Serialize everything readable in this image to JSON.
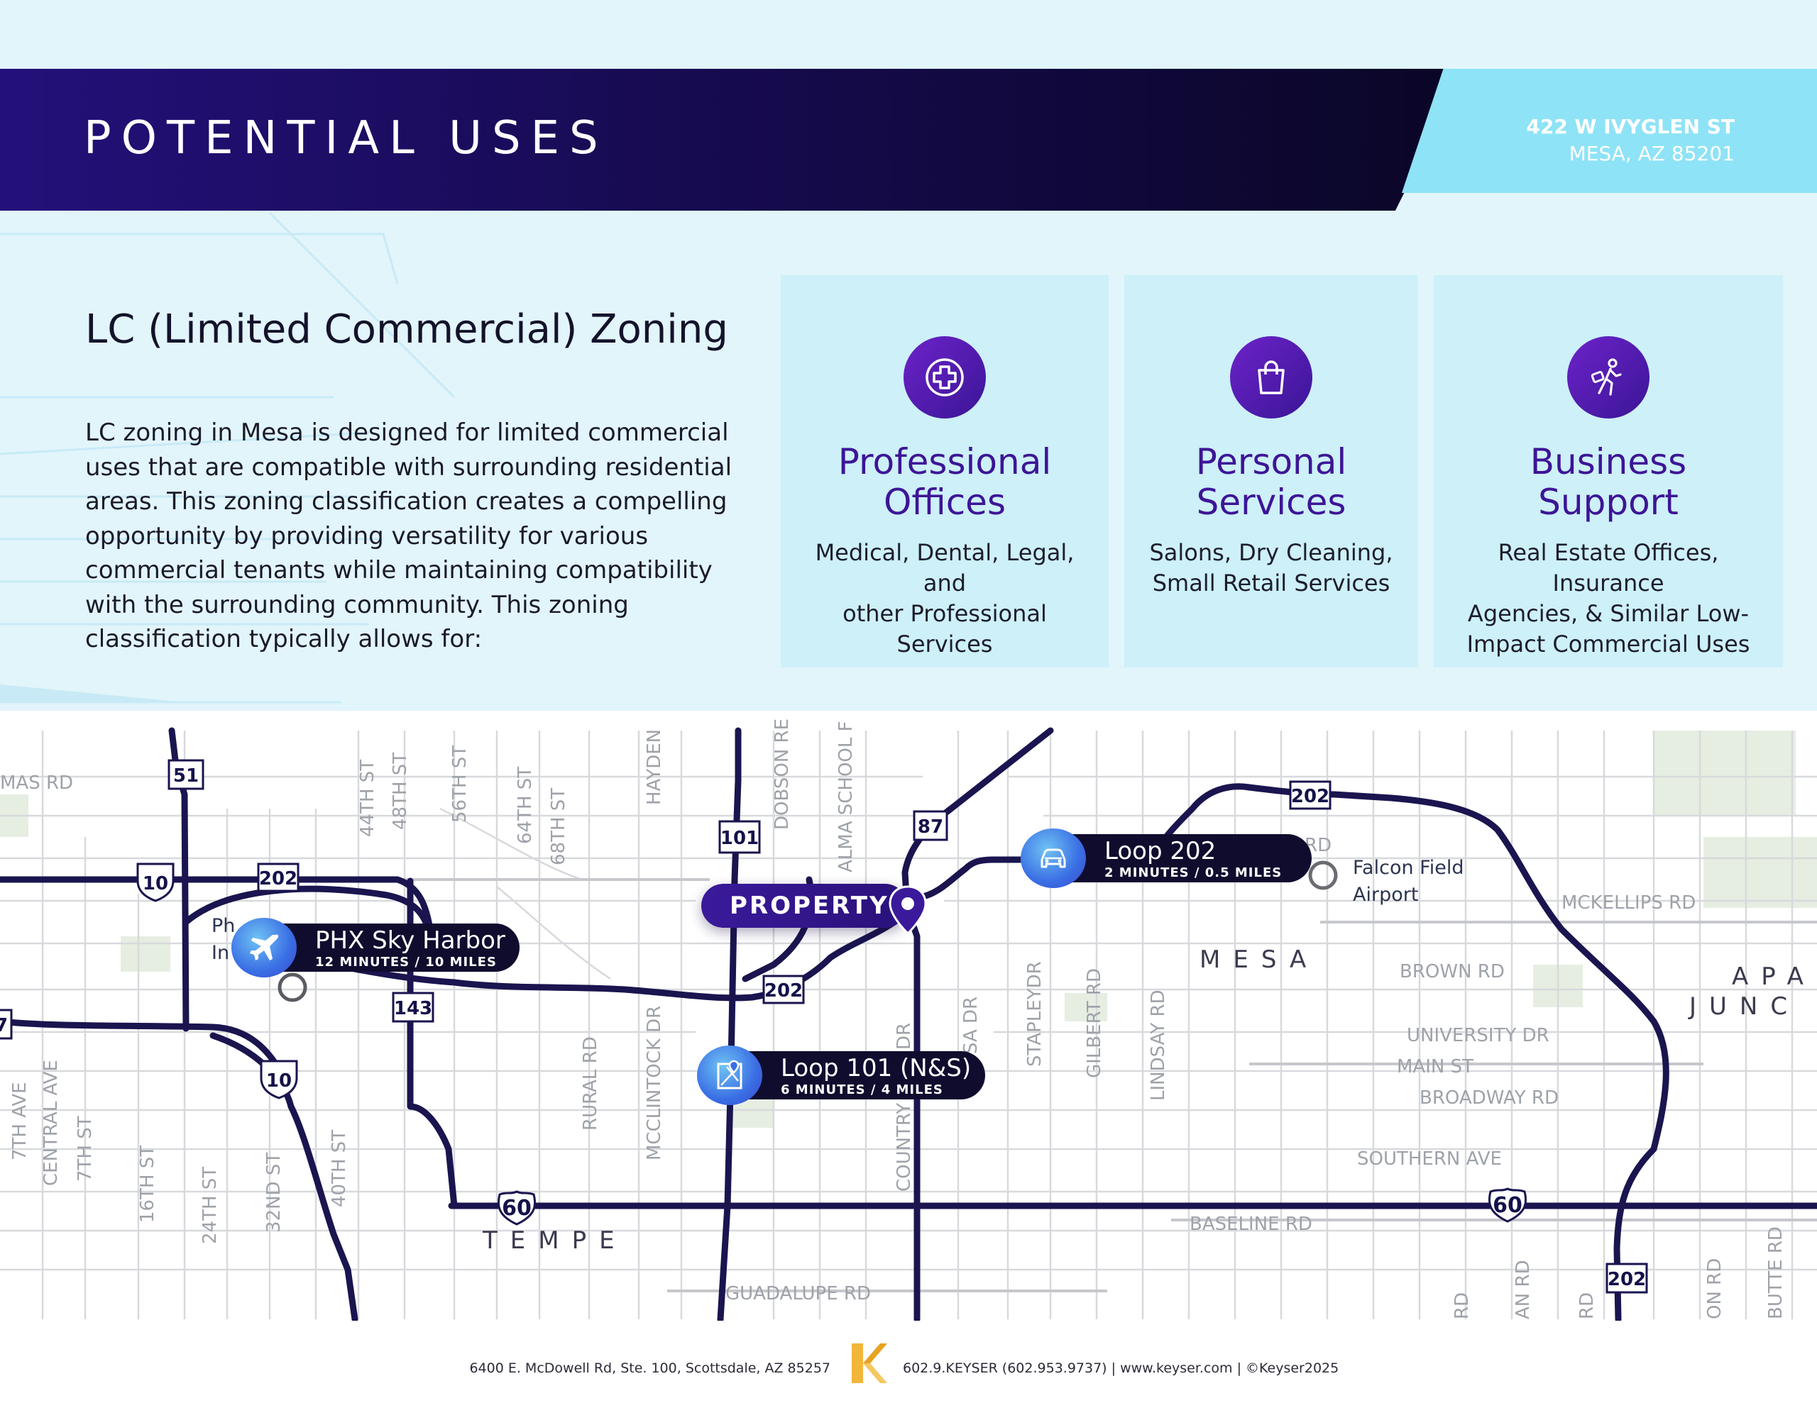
{
  "header": {
    "title": "POTENTIAL USES",
    "address_line1": "422 W IVYGLEN ST",
    "address_line2": "MESA, AZ 85201"
  },
  "zoning": {
    "heading": "LC (Limited Commercial) Zoning",
    "body": "LC zoning in Mesa is designed for limited commercial uses that are compatible with surrounding residential areas. This zoning classification creates a compelling opportunity by providing versatility for various commercial tenants while maintaining compatibility with the surrounding community. This zoning classification typically allows for:"
  },
  "cards": [
    {
      "title_line1": "Professional",
      "title_line2": "Offices",
      "desc_line1": "Medical, Dental, Legal, and",
      "desc_line2": "other Professional Services",
      "desc_line3": "",
      "icon": "medical-cross-icon"
    },
    {
      "title_line1": "Personal",
      "title_line2": "Services",
      "desc_line1": "Salons, Dry Cleaning,",
      "desc_line2": "Small Retail Services",
      "desc_line3": "",
      "icon": "shopping-bag-icon"
    },
    {
      "title_line1": "Business",
      "title_line2": "Support",
      "desc_line1": "Real Estate Offices, Insurance",
      "desc_line2": "Agencies, & Similar Low-",
      "desc_line3": "Impact Commercial Uses",
      "icon": "walking-briefcase-icon"
    }
  ],
  "map": {
    "property_label": "PROPERTY",
    "callouts": [
      {
        "title": "PHX Sky Harbor",
        "subtitle": "12 MINUTES / 10 MILES",
        "icon": "airplane-icon"
      },
      {
        "title": "Loop 202",
        "subtitle": "2 MINUTES / 0.5 MILES",
        "icon": "car-icon"
      },
      {
        "title": "Loop 101 (N&S)",
        "subtitle": "6 MINUTES / 4 MILES",
        "icon": "map-route-icon"
      }
    ],
    "cities": {
      "mesa": "MESA",
      "tempe": "TEMPE",
      "apache_1": "APA",
      "apache_2": "JUNC"
    },
    "airport": {
      "line1": "Falcon Field",
      "line2": "Airport",
      "sky_fragment_1": "Ph",
      "sky_fragment_2": "In"
    },
    "streets": {
      "thomas": "MAS RD",
      "s44": "44TH ST",
      "s48": "48TH ST",
      "s56": "56TH ST",
      "s64": "64TH ST",
      "s68": "68TH ST",
      "hayden": "HAYDEN",
      "dobson": "DOBSON RE",
      "alma": "ALMA SCHOOL F",
      "rd_frag": "RD",
      "mckellips": "MCKELLIPS RD",
      "brown": "BROWN RD",
      "university": "UNIVERSITY DR",
      "main": "MAIN ST",
      "broadway": "BROADWAY RD",
      "southern": "SOUTHERN AVE",
      "baseline": "BASELINE RD",
      "guadalupe": "GUADALUPE RD",
      "stapley": "STAPLEYDR",
      "gilbert": "GILBERT RD",
      "lindsay": "LINDSAY RD",
      "mesa_dr": "SA DR",
      "country": "COUNTRY",
      "country_dr": "DR",
      "mcclintock": "MCCLINTOCK DR",
      "rural": "RURAL RD",
      "s7ave": "7TH AVE",
      "central": "CENTRAL AVE",
      "s7st": "7TH ST",
      "s16": "16TH ST",
      "s24": "24TH ST",
      "s32": "32ND ST",
      "s40": "40TH ST",
      "bot_rd1": "RD",
      "bot_an": "AN RD",
      "bot_rd2": "RD",
      "bot_on": "ON RD",
      "bot_butte": "BUTTE RD"
    },
    "shields": {
      "i10a": "10",
      "i10b": "10",
      "h202a": "202",
      "h202b": "202",
      "h202c": "202",
      "h202d": "202",
      "h51": "51",
      "h101": "101",
      "h87": "87",
      "h143": "143",
      "us60a": "60",
      "us60b": "60",
      "h17": "7"
    }
  },
  "footer": {
    "left": "6400 E. McDowell Rd, Ste. 100, Scottsdale, AZ 85257",
    "right": "602.9.KEYSER (602.953.9737)  |  www.keyser.com  |  ©Keyser2025"
  },
  "colors": {
    "navy": "#170b52",
    "purple": "#3d1596",
    "light_blue": "#e2f5fb",
    "card_bg": "#cdf0f9",
    "accent_cyan": "#8fe3f6",
    "highway": "#1a154f"
  }
}
